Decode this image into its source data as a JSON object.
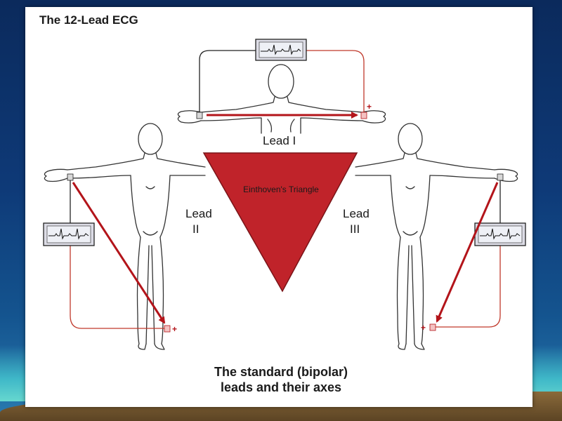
{
  "title": "The 12-Lead ECG",
  "triangle_label": "Einthoven's Triangle",
  "leads": {
    "lead1": "Lead I",
    "lead2_line1": "Lead",
    "lead2_line2": "II",
    "lead3_line1": "Lead",
    "lead3_line2": "III"
  },
  "caption": {
    "line1": "The standard (bipolar)",
    "line2": "leads and their axes"
  },
  "polarity": {
    "positive": "+",
    "negative": "-"
  },
  "colors": {
    "triangle": "#c0232a",
    "axis_arrow": "#b3141a",
    "positive_wire": "#c0392b"
  }
}
